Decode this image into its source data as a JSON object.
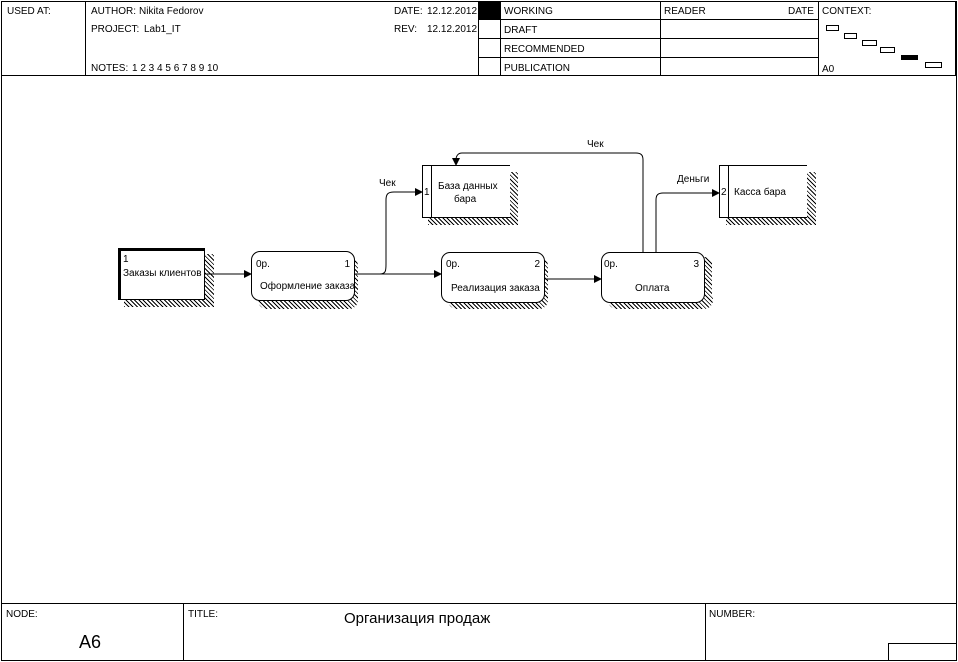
{
  "header": {
    "used_at_label": "USED AT:",
    "author_label": "AUTHOR:",
    "author_value": "Nikita Fedorov",
    "project_label": "PROJECT:",
    "project_value": "Lab1_IT",
    "date_label": "DATE:",
    "date_value": "12.12.2012",
    "rev_label": "REV:",
    "rev_value": "12.12.2012",
    "notes_label": "NOTES:",
    "notes_values": "1  2  3  4  5  6  7  8  9  10",
    "status": [
      "WORKING",
      "DRAFT",
      "RECOMMENDED",
      "PUBLICATION"
    ],
    "reader_label": "READER",
    "reader_date_label": "DATE",
    "context_label": "CONTEXT:",
    "context_node": "A0"
  },
  "diagram": {
    "external_entity": {
      "number": "1",
      "name": "Заказы клиентов"
    },
    "processes": [
      {
        "cost": "0р.",
        "number": "1",
        "name": "Оформление заказа"
      },
      {
        "cost": "0р.",
        "number": "2",
        "name": "Реализация заказа"
      },
      {
        "cost": "0р.",
        "number": "3",
        "name": "Оплата"
      }
    ],
    "stores": [
      {
        "number": "1",
        "name_line1": "База данных",
        "name_line2": "бара"
      },
      {
        "number": "2",
        "name_line1": "Касса бара",
        "name_line2": ""
      }
    ],
    "arrow_labels": {
      "check_to_db": "Чек",
      "check_top": "Чек",
      "money": "Деньги"
    }
  },
  "footer": {
    "node_label": "NODE:",
    "node_value": "A6",
    "title_label": "TITLE:",
    "title_value": "Организация продаж",
    "number_label": "NUMBER:"
  }
}
